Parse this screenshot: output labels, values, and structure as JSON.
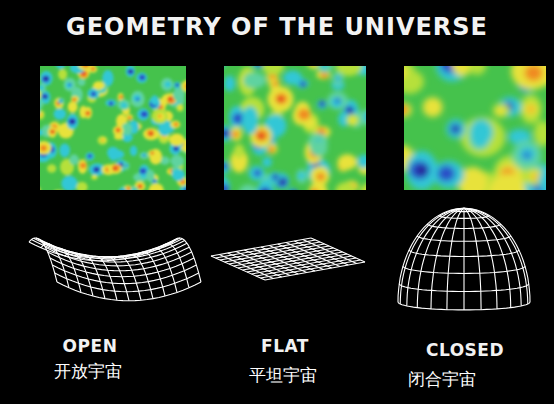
{
  "diagram": {
    "title": "GEOMETRY OF THE UNIVERSE",
    "labels": [
      "OPEN",
      "开放宇宙",
      "FLAT",
      "平坦宇宙",
      "CLOSED",
      "闭合宇宙"
    ]
  }
}
